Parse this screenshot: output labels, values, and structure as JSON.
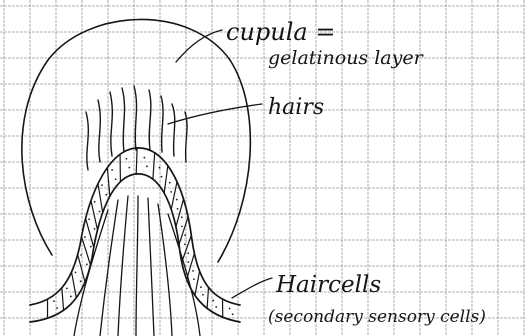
{
  "diagram": {
    "labels": {
      "cupula": "cupula =",
      "gelatinous_layer": "gelatinous layer",
      "hairs": "hairs",
      "hair_cells": "Haircells",
      "secondary_sensory_cells": "(secondary sensory cells)"
    },
    "colors": {
      "ink": "#161616",
      "grid": "#9a9a9a",
      "paper": "#ffffff"
    }
  }
}
